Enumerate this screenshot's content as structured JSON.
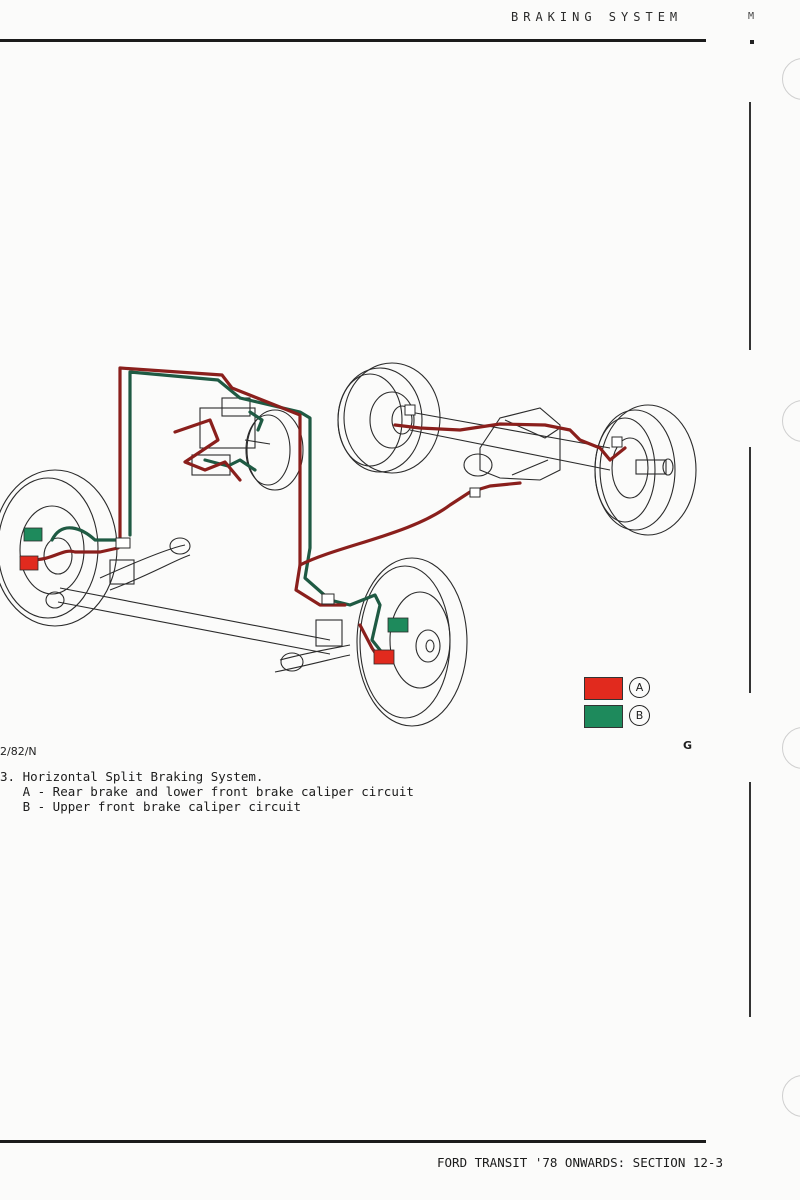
{
  "header": {
    "title": "BRAKING SYSTEM",
    "corner_mark": "M"
  },
  "figure": {
    "reference_code": "2/82/N",
    "side_mark": "G",
    "legend": [
      {
        "key": "A",
        "color": "#e12a1e"
      },
      {
        "key": "B",
        "color": "#1e8a5c"
      }
    ],
    "caption": {
      "title": "3. Horizontal Split Braking System.",
      "items": [
        "A - Rear brake and lower front brake caliper circuit",
        "B - Upper front brake caliper circuit"
      ]
    }
  },
  "footer": {
    "text": "FORD TRANSIT '78 ONWARDS: SECTION 12-3"
  },
  "colors": {
    "circuit_a": "#e12a1e",
    "circuit_a_pipe": "#8a1f1c",
    "circuit_b": "#1e8a5c",
    "circuit_b_pipe": "#1f5a43"
  }
}
